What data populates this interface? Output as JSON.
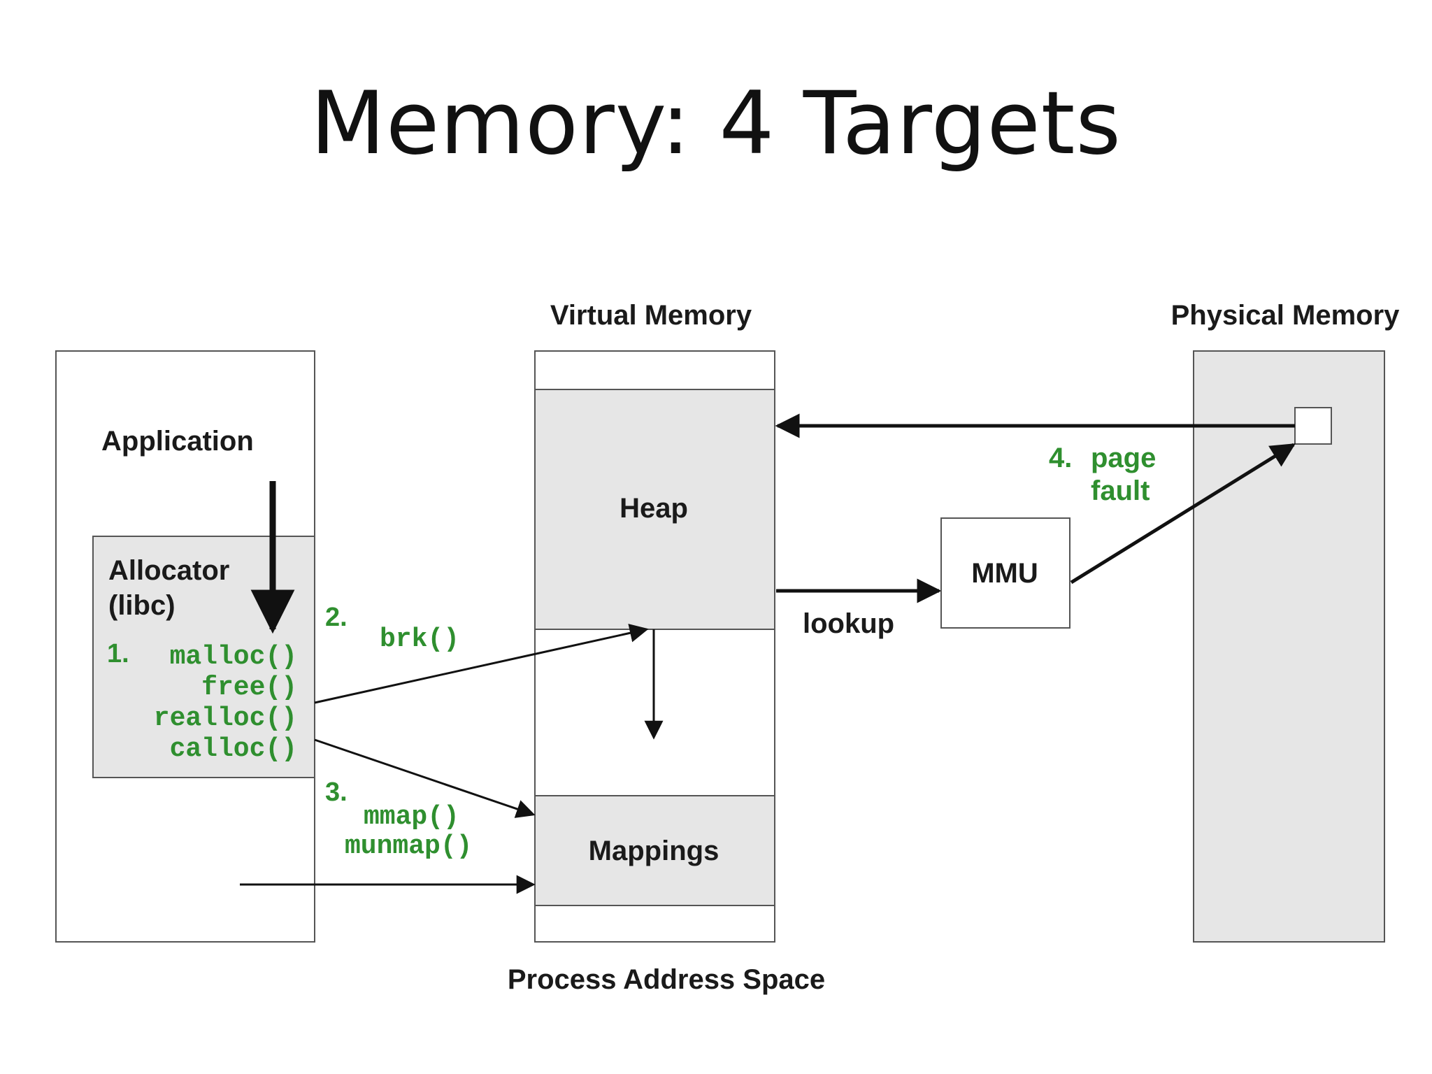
{
  "slide": {
    "title": "Memory: 4 Targets"
  },
  "diagram": {
    "virtual_memory_label": "Virtual Memory",
    "physical_memory_label": "Physical Memory",
    "process_address_space_label": "Process Address Space",
    "application_label": "Application",
    "allocator_label_line1": "Allocator",
    "allocator_label_line2": "(libc)",
    "step1_number": "1.",
    "step1_calls": [
      "malloc()",
      "free()",
      "realloc()",
      "calloc()"
    ],
    "step2_number": "2.",
    "step2_call": "brk()",
    "step3_number": "3.",
    "step3_calls": [
      "mmap()",
      "munmap()"
    ],
    "step4_number": "4.",
    "step4_label_line1": "page",
    "step4_label_line2": "fault",
    "heap_label": "Heap",
    "mappings_label": "Mappings",
    "mmu_label": "MMU",
    "lookup_label": "lookup",
    "colors": {
      "green": "#2f8f2f",
      "gray_fill": "#e6e6e6",
      "outline": "#555555"
    }
  }
}
